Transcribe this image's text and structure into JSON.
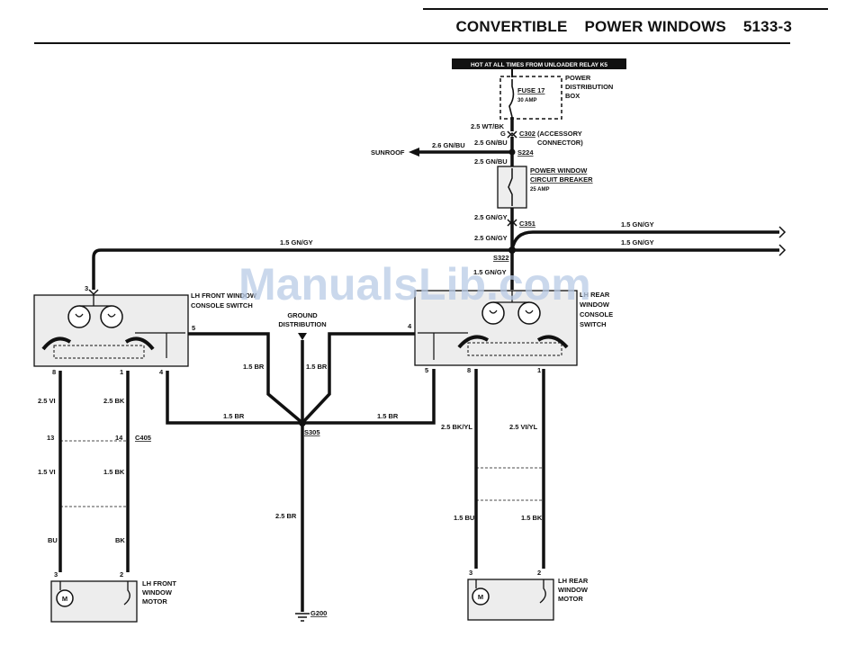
{
  "header": {
    "section": "CONVERTIBLE",
    "system": "POWER WINDOWS",
    "page": "5133-3"
  },
  "watermark": "ManualsLib.com",
  "power_feed": {
    "hot_label": "HOT AT ALL TIMES FROM UNLOADER RELAY K5",
    "pdb_label": [
      "POWER",
      "DISTRIBUTION",
      "BOX"
    ],
    "fuse_name": "FUSE 17",
    "fuse_rating": "30 AMP",
    "wire_fuse_out": "2.5 WT/BK",
    "conn_pin": "G",
    "conn_name": "C302",
    "conn_desc": [
      "(ACCESSORY",
      "CONNECTOR)"
    ],
    "wire_conn_out": "2.5 GN/BU",
    "splice_1": "S224",
    "sunroof_label": "SUNROOF",
    "wire_sunroof": "2.6 GN/BU",
    "wire_to_cb": "2.5 GN/BU",
    "cb_label": [
      "POWER WINDOW",
      "CIRCUIT BREAKER"
    ],
    "cb_rating": "25 AMP",
    "wire_cb_out": "2.5 GN/GY",
    "conn_2": "C351",
    "wire_after_c351": "2.5 GN/GY",
    "splice_2": "S322",
    "wire_right_1": "1.5 GN/GY",
    "wire_right_2": "1.5 GN/GY",
    "wire_left": "1.5 GN/GY",
    "wire_to_rear_switch": "1.5 GN/GY"
  },
  "lh_front_switch": {
    "label": [
      "LH FRONT WINDOW",
      "CONSOLE SWITCH"
    ],
    "pin_in": "3",
    "pin_gnd": "5",
    "pin_8": "8",
    "pin_1": "1",
    "pin_4": "4"
  },
  "lh_rear_switch": {
    "label": [
      "LH REAR",
      "WINDOW",
      "CONSOLE",
      "SWITCH"
    ],
    "pin_gnd": "4",
    "pin_5": "5",
    "pin_8": "8",
    "pin_1": "1"
  },
  "ground": {
    "distribution_label": [
      "GROUND",
      "DISTRIBUTION"
    ],
    "wire_left_branch": "1.5 BR",
    "wire_right_branch": "1.5 BR",
    "wire_front_pin4": "1.5 BR",
    "wire_rear_pin5": "1.5 BR",
    "splice": "S305",
    "wire_to_ground": "2.5 BR",
    "ground_point": "G200"
  },
  "front_circuit": {
    "wire_a_top": "2.5 VI",
    "wire_b_top": "2.5 BK",
    "conn_pin_a": "13",
    "conn_pin_b": "14",
    "conn_name": "C405",
    "wire_a_mid": "1.5 VI",
    "wire_b_mid": "1.5 BK",
    "wire_a_low": "BU",
    "wire_b_low": "BK",
    "motor_pin_a": "3",
    "motor_pin_b": "2",
    "motor_label": [
      "LH FRONT",
      "WINDOW",
      "MOTOR"
    ],
    "motor_symbol": "M"
  },
  "rear_circuit": {
    "wire_a_top": "2.5 BK/YL",
    "wire_b_top": "2.5 VI/YL",
    "wire_a_low": "1.5 BU",
    "wire_b_low": "1.5 BK",
    "motor_pin_a": "3",
    "motor_pin_b": "2",
    "motor_label": [
      "LH REAR",
      "WINDOW",
      "MOTOR"
    ],
    "motor_symbol": "M"
  }
}
